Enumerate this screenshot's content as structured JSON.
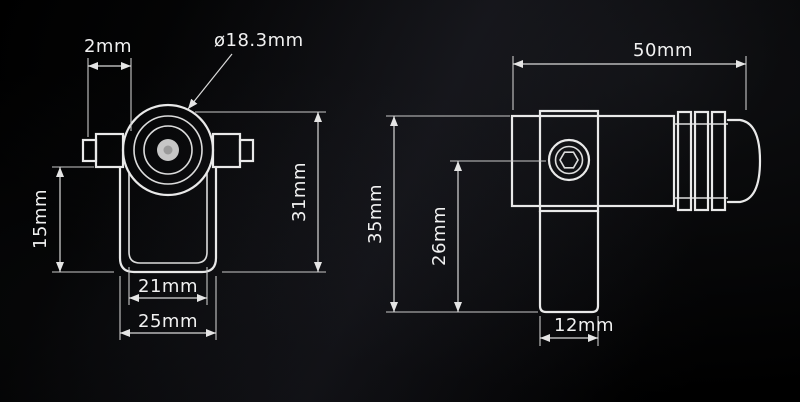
{
  "drawing": {
    "type": "technical-dimension-drawing",
    "units": "mm",
    "background_color": "#050507",
    "line_color": "#e9e9e9",
    "text_color": "#f1f1f1",
    "front_view": {
      "name": "front view with mounting bracket",
      "dim_tab_width": "2mm",
      "dim_lens_diameter": "ø18.3mm",
      "dim_total_height": "31mm",
      "dim_bracket_height": "15mm",
      "dim_inner_width": "21mm",
      "dim_outer_width": "25mm"
    },
    "side_view": {
      "name": "side view with barrel and arm",
      "dim_length": "50mm",
      "dim_total_height": "35mm",
      "dim_axis_height": "26mm",
      "dim_foot_width": "12mm"
    }
  }
}
